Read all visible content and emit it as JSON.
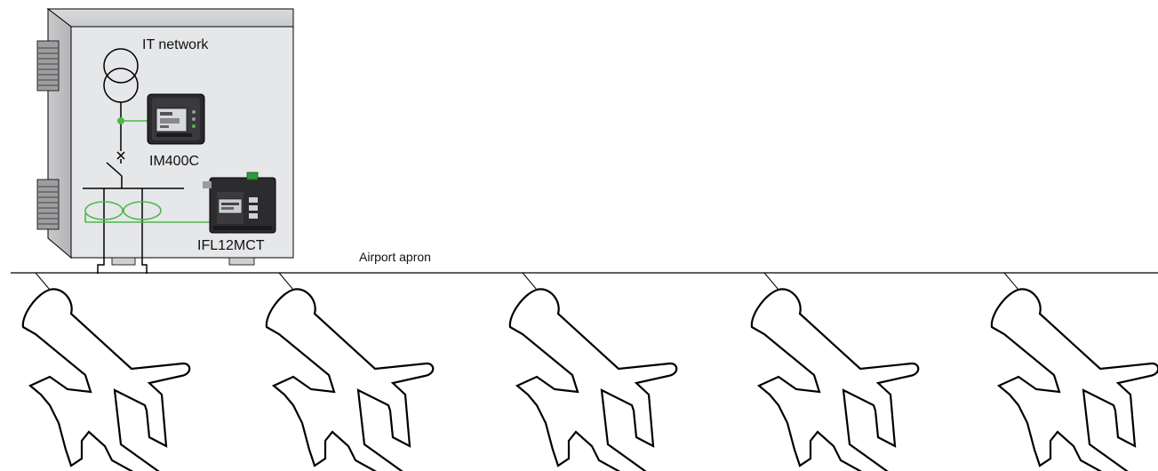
{
  "labels": {
    "network": "IT network",
    "monitor": "IM400C",
    "locator": "IFL12MCT",
    "apron": "Airport apron"
  },
  "icons": {
    "transformer": "transformer-icon",
    "insulation_monitor": "insulation-monitor-device-icon",
    "fault_locator": "insulation-fault-locator-device-icon",
    "aircraft": "airplane-icon",
    "enclosure": "electrical-cabinet-icon"
  },
  "colors": {
    "ct_wiring": "#4cb848",
    "cabinet_fill": "#e4e5e7",
    "line": "#000000"
  }
}
